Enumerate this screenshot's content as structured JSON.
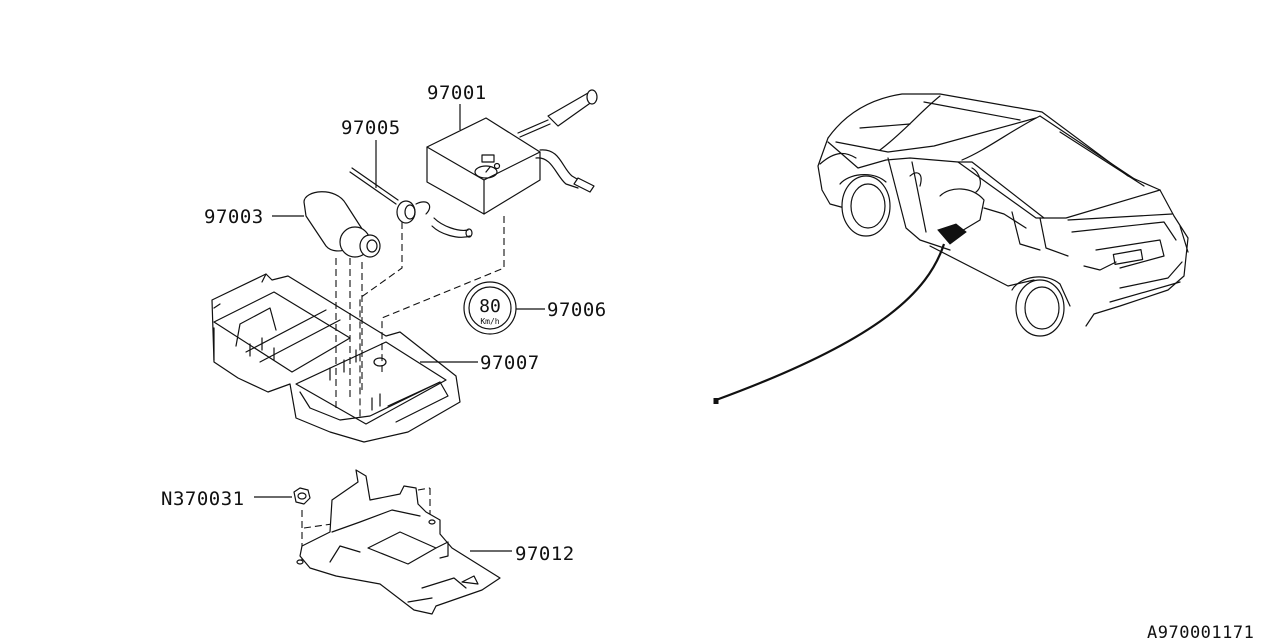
{
  "diagram": {
    "part_labels": {
      "compressor": "97001",
      "hose": "97005",
      "sealant_bottle": "97003",
      "speed_sticker": "97006",
      "tray": "97007",
      "nut": "N370031",
      "cover": "97012"
    },
    "speed_sticker": {
      "value": "80",
      "unit": "Km/h"
    },
    "document_id": "A970001171"
  }
}
